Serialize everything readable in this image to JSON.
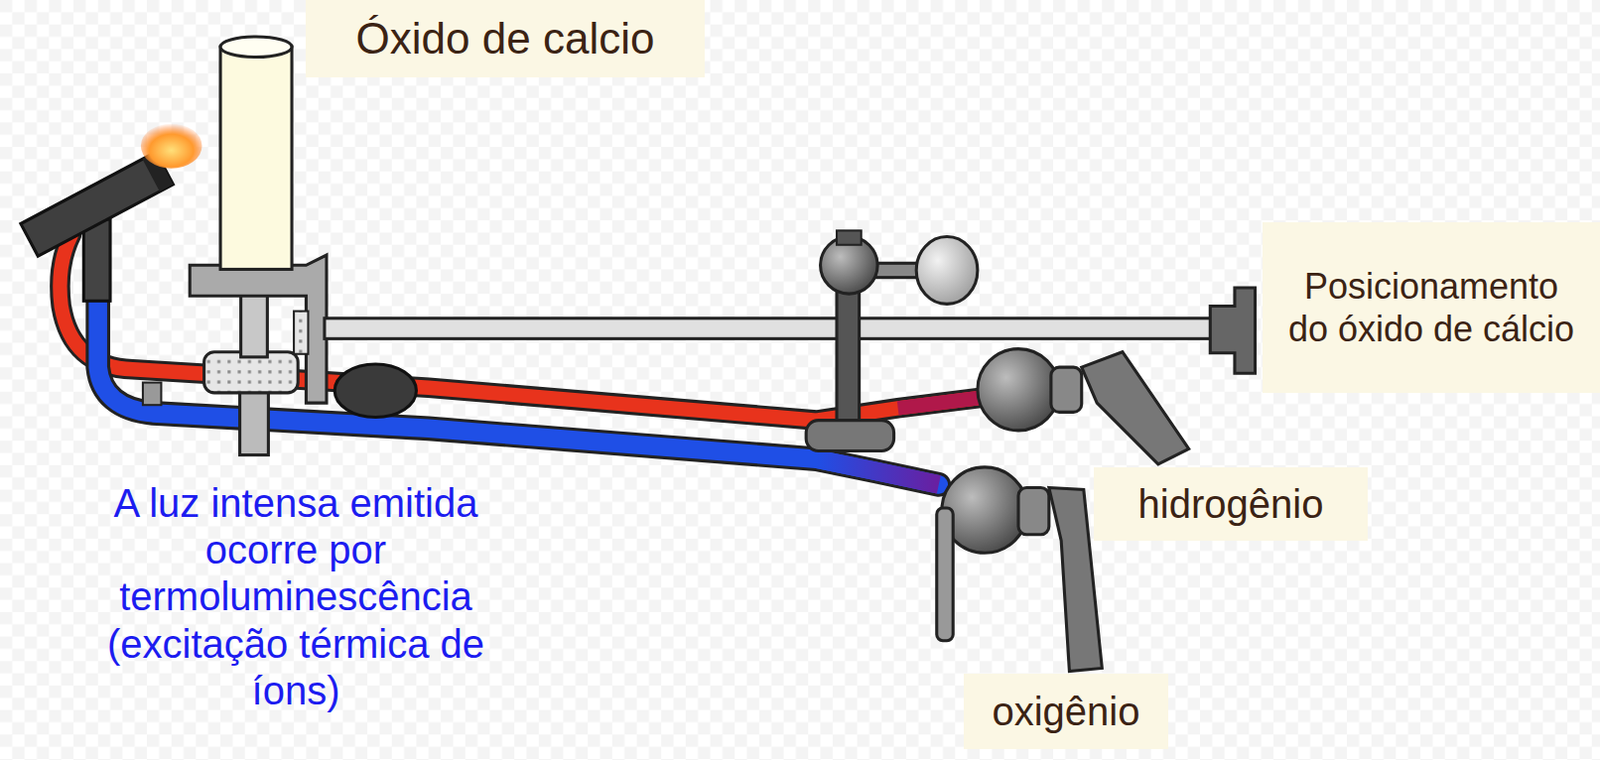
{
  "diagram": {
    "nodes": [
      {
        "text": [
          "Óxido de calcio"
        ]
      },
      {
        "text": [
          "Posicionamento do óxido de cálcio"
        ]
      },
      {
        "text": [
          "hidrogênio"
        ]
      },
      {
        "text": [
          "oxigênio"
        ]
      }
    ],
    "labels": [
      "A luz intensa emitida ocorre por termoluminescência (excitação térmica de íons)"
    ]
  }
}
